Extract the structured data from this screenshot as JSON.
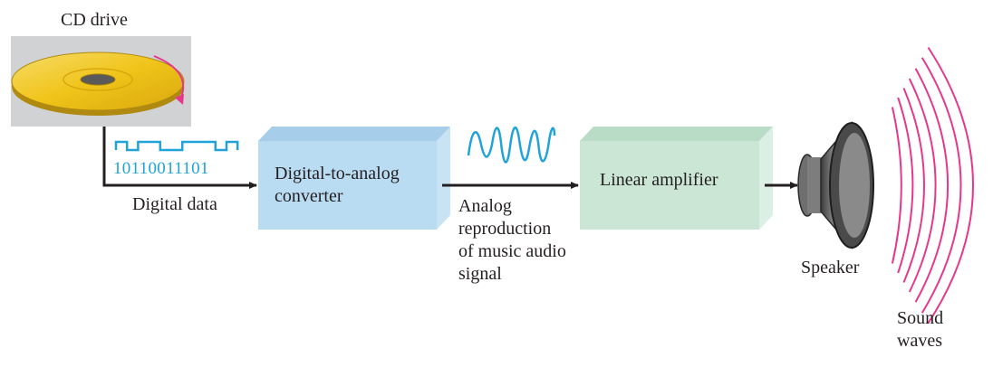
{
  "labels": {
    "cd_drive": "CD drive",
    "binary": "10110011101",
    "digital_data": "Digital data",
    "dac": "Digital-to-analog\nconverter",
    "analog": "Analog\nreproduction\nof music audio\nsignal",
    "amplifier": "Linear amplifier",
    "speaker": "Speaker",
    "sound_waves": "Sound\nwaves"
  },
  "bits": [
    1,
    0,
    1,
    1,
    0,
    0,
    1,
    1,
    1,
    0,
    1
  ],
  "colors": {
    "cd_panel": "#d1d2d4",
    "cd_disc": "#f0c419",
    "rotation_arrow": "#e6388b",
    "digital_signal": "#1fa3d9",
    "dac_box": "#b9dcf3",
    "amplifier_box": "#cce6d6",
    "sound_waves": "#e6388b",
    "connector": "#231f20"
  }
}
